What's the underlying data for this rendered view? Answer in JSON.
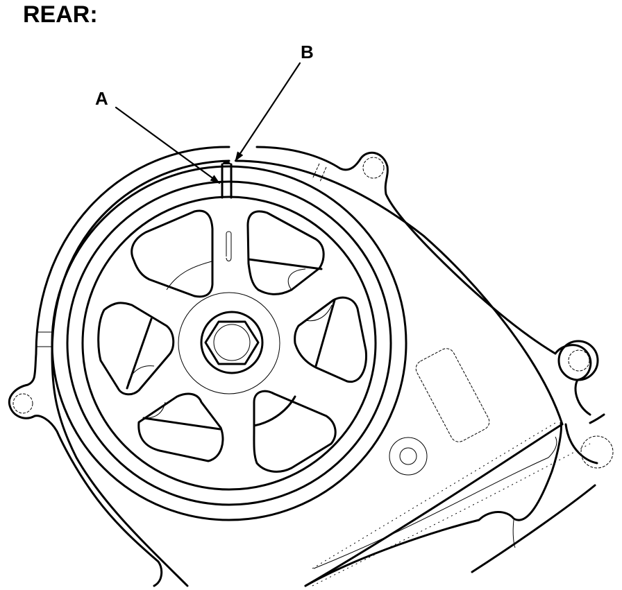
{
  "diagram": {
    "title": "REAR:",
    "subject": "water pump pulley, rear view",
    "callouts": [
      {
        "label": "A",
        "target": "mark on pulley"
      },
      {
        "label": "B",
        "target": "mark on housing"
      }
    ],
    "colors": {
      "line": "#000000",
      "background": "#ffffff"
    }
  }
}
